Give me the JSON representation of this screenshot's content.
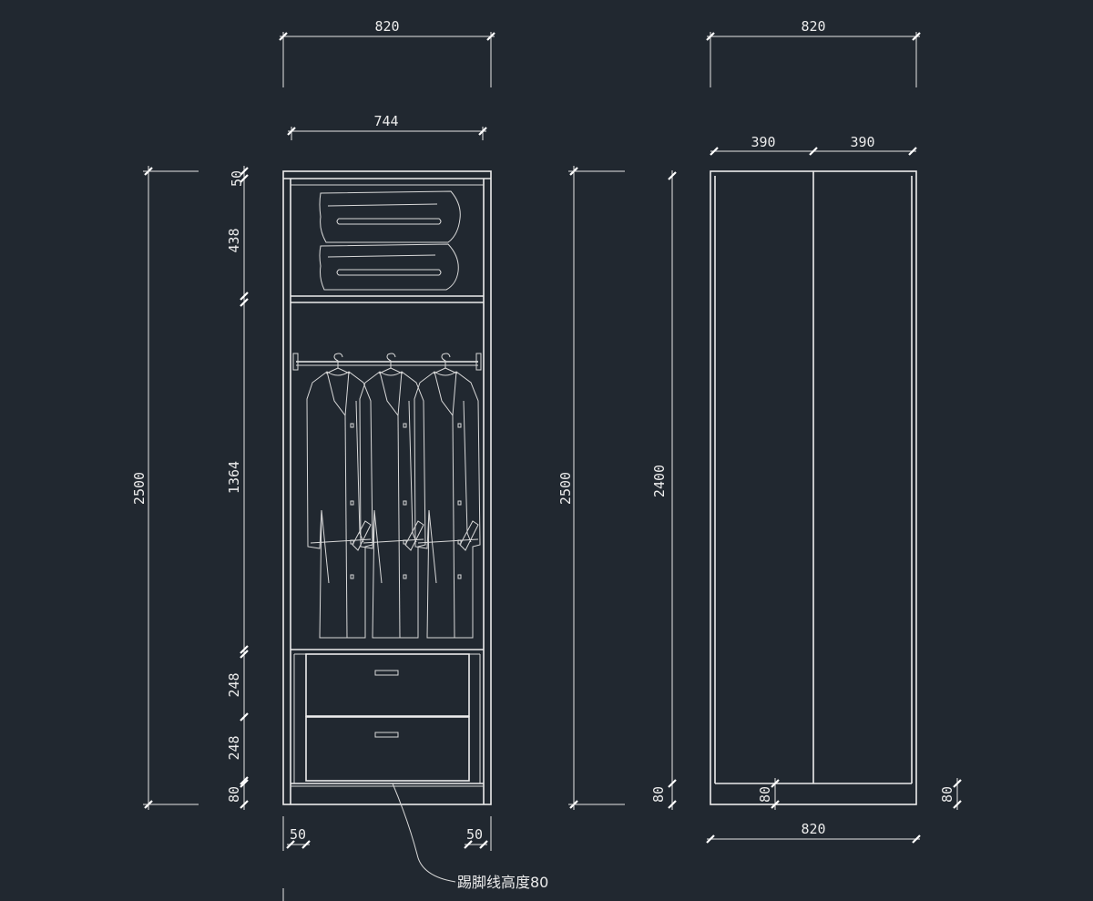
{
  "front_elevation": {
    "overall_width": "820",
    "inner_width": "744",
    "overall_height": "2500",
    "top_panel": "50",
    "top_compartment": "438",
    "hanging_space": "1364",
    "drawer_top": "248",
    "drawer_bottom": "248",
    "base": "80",
    "side_panel_left": "50",
    "side_panel_right": "50",
    "kick_note": "踢脚线高度80"
  },
  "door_elevation": {
    "overall_width_top": "820",
    "door_left": "390",
    "door_right": "390",
    "overall_height": "2500",
    "door_height": "2400",
    "base_left": "80",
    "base_mid": "80",
    "base_right": "80",
    "overall_width_bottom": "820"
  },
  "colors": {
    "background": "#212830",
    "line": "#ececec"
  }
}
